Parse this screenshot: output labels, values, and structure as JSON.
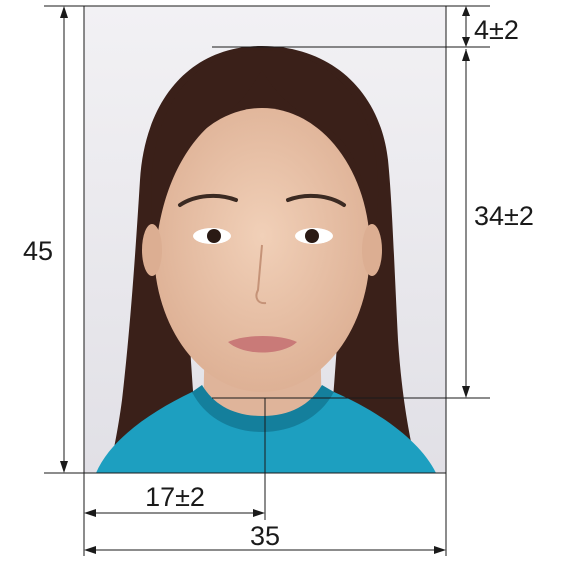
{
  "dimensions": {
    "photo_height": "45",
    "photo_width": "35",
    "crown_margin": "4±2",
    "head_height": "34±2",
    "chin_to_side": "17±2"
  },
  "colors": {
    "background": "#e9e8ec",
    "line": "#1a1a1a",
    "hair": "#3a2019",
    "skin": "#e9c3aa",
    "shirt": "#1d9fc0"
  }
}
